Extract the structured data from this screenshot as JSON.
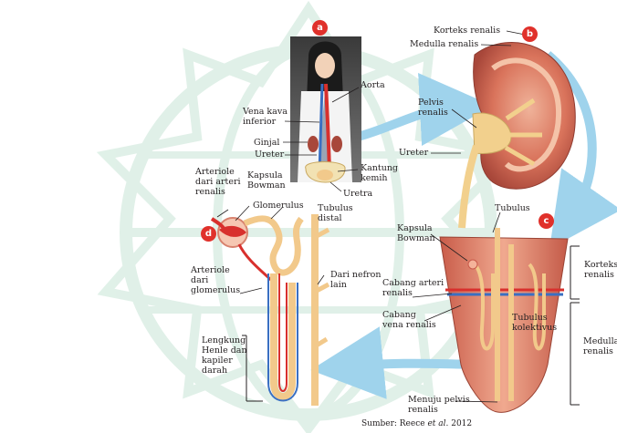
{
  "panels": {
    "a": {
      "badge": "a"
    },
    "b": {
      "badge": "b"
    },
    "c": {
      "badge": "c"
    },
    "d": {
      "badge": "d"
    }
  },
  "labels": {
    "aorta": [
      "Aorta"
    ],
    "vena_kava": [
      "Vena kava",
      "inferior"
    ],
    "ginjal": [
      "Ginjal"
    ],
    "ureter_a": [
      "Ureter"
    ],
    "kantung_kemih": [
      "Kantung",
      "kemih"
    ],
    "uretra": [
      "Uretra"
    ],
    "korteks_renalis_b": [
      "Korteks renalis"
    ],
    "medulla_renalis_b": [
      "Medulla renalis"
    ],
    "pelvis_renalis": [
      "Pelvis",
      "renalis"
    ],
    "ureter_b": [
      "Ureter"
    ],
    "arteriole_dari_arteri": [
      "Arteriole",
      "dari arteri",
      "renalis"
    ],
    "kapsula_bowman_d": [
      "Kapsula",
      "Bowman"
    ],
    "glomerulus": [
      "Glomerulus"
    ],
    "tubulus_distal": [
      "Tubulus",
      "distal"
    ],
    "arteriole_dari_glomerulus": [
      "Arteriole",
      "dari",
      "glomerulus"
    ],
    "dari_nefron_lain": [
      "Dari nefron",
      "lain"
    ],
    "lengkung_henle": [
      "Lengkung",
      "Henle dan",
      "kapiler",
      "darah"
    ],
    "tubulus_c": [
      "Tubulus"
    ],
    "kapsula_bowman_c": [
      "Kapsula",
      "Bowman"
    ],
    "cabang_arteri": [
      "Cabang arteri",
      "renalis"
    ],
    "cabang_vena": [
      "Cabang",
      "vena renalis"
    ],
    "tubulus_kolektivus": [
      "Tubulus",
      "kolektivus"
    ],
    "korteks_renalis_c": [
      "Korteks",
      "renalis"
    ],
    "medulla_renalis_c": [
      "Medulla",
      "renalis"
    ],
    "menuju_pelvis": [
      "Menuju pelvis",
      "renalis"
    ]
  },
  "credit": {
    "prefix": "Sumber: Reece ",
    "italic": "et al",
    "suffix": ". 2012"
  },
  "colors": {
    "badge": "#e0312b",
    "arrow": "#9fd3ec",
    "artery": "#d8302d",
    "vein": "#3a6fc2",
    "tubule": "#f2c98b",
    "kidney": "#d86f5a",
    "watermark": "#dbeee4"
  }
}
